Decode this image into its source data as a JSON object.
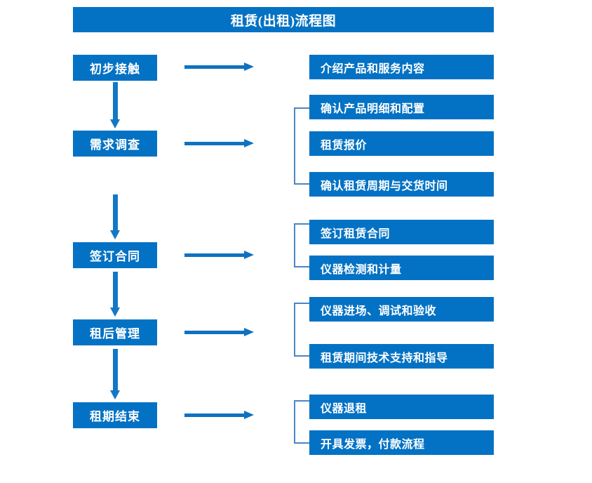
{
  "diagram": {
    "title": "租赁(出租)流程图",
    "colors": {
      "box_fill": "#0472c4",
      "box_text": "#ffffff",
      "arrow": "#0f72c0",
      "bracket": "#4a86c8",
      "background": "#ffffff"
    },
    "stages": [
      {
        "id": "stage-1",
        "label": "初步接触"
      },
      {
        "id": "stage-2",
        "label": "需求调查"
      },
      {
        "id": "stage-3",
        "label": "签订合同"
      },
      {
        "id": "stage-4",
        "label": "租后管理"
      },
      {
        "id": "stage-5",
        "label": "租期结束"
      }
    ],
    "details": [
      {
        "id": "detail-1",
        "label": "介绍产品和服务内容"
      },
      {
        "id": "detail-2",
        "label": "确认产品明细和配置"
      },
      {
        "id": "detail-3",
        "label": "租赁报价"
      },
      {
        "id": "detail-4",
        "label": "确认租赁周期与交货时间"
      },
      {
        "id": "detail-5",
        "label": "签订租赁合同"
      },
      {
        "id": "detail-6",
        "label": "仪器检测和计量"
      },
      {
        "id": "detail-7",
        "label": "仪器进场、调试和验收"
      },
      {
        "id": "detail-8",
        "label": "租赁期间技术支持和指导"
      },
      {
        "id": "detail-9",
        "label": "仪器退租"
      },
      {
        "id": "detail-10",
        "label": "开具发票，付款流程"
      }
    ]
  }
}
